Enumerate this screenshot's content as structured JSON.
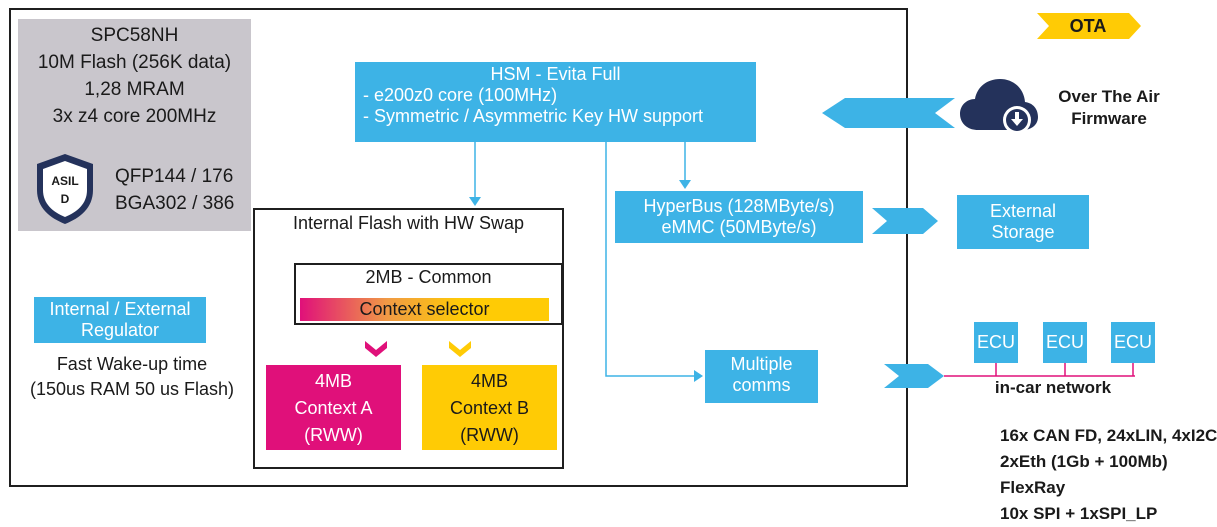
{
  "mcu": {
    "lines": [
      "SPC58NH",
      "10M Flash (256K data)",
      "1,28 MRAM",
      "3x  z4 core 200MHz"
    ],
    "asil_top": "ASIL",
    "asil_bottom": "D",
    "packages": [
      "QFP144 / 176",
      "BGA302 / 386"
    ],
    "colors": {
      "box": "#c9c6cc",
      "shield": "#24325b"
    }
  },
  "hsm": {
    "title": "HSM - Evita Full",
    "lines": [
      "- e200z0 core (100MHz)",
      "- Symmetric / Asymmetric Key HW support"
    ]
  },
  "flash": {
    "title": "Internal Flash with HW Swap",
    "common": "2MB - Common",
    "selector": "Context selector",
    "context_a": [
      "4MB",
      "Context A",
      "(RWW)"
    ],
    "context_b": [
      "4MB",
      "Context B",
      "(RWW)"
    ]
  },
  "hyperbus": {
    "lines": [
      "HyperBus (128MByte/s)",
      "eMMC (50MByte/s)"
    ]
  },
  "external_storage": {
    "lines": [
      "External",
      "Storage"
    ]
  },
  "multiple_comms": {
    "lines": [
      "Multiple",
      "comms"
    ]
  },
  "regulator": {
    "lines": [
      "Internal / External",
      "Regulator"
    ],
    "wake": [
      "Fast Wake-up time",
      "(150us RAM 50 us Flash)"
    ]
  },
  "ota": {
    "badge": "OTA",
    "text": [
      "Over The Air",
      "Firmware"
    ],
    "icon": "cloud-download-icon"
  },
  "network": {
    "ecus": [
      "ECU",
      "ECU",
      "ECU"
    ],
    "label": "in-car network",
    "buses": [
      "16x CAN FD, 24xLIN, 4xI2C",
      "2xEth (1Gb + 100Mb)",
      "FlexRay",
      "10x SPI + 1xSPI_LP"
    ]
  },
  "colors": {
    "blue": "#3db3e6",
    "magenta": "#e0107a",
    "yellow": "#ffcb05",
    "navy": "#24325b"
  }
}
